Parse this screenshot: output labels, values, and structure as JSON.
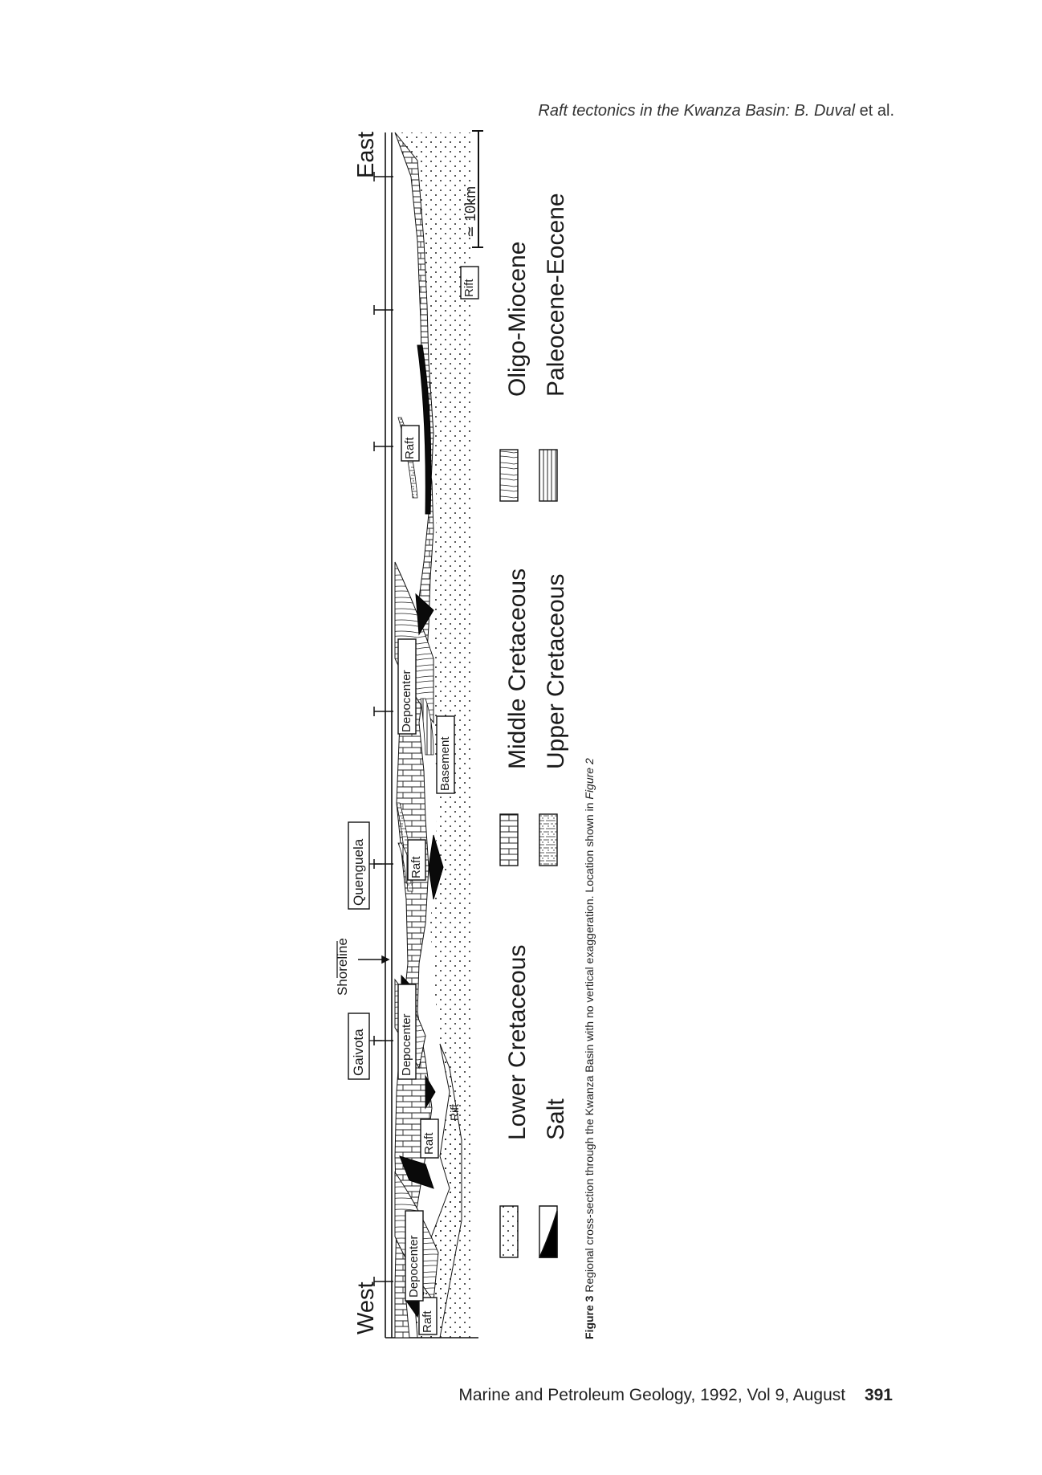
{
  "running_head": {
    "title": "Raft tectonics in the Kwanza Basin:",
    "authors": "B. Duval",
    "etal": "et al."
  },
  "figure": {
    "west_label": "West",
    "east_label": "East",
    "scale_label": "≃ 10km",
    "well_labels": {
      "gaivota": "Gaivota",
      "shoreline": "Shoreline",
      "quenguela": "Quenguela"
    },
    "section_labels": {
      "raft": "Raft",
      "depocenter": "Depocenter",
      "rift": "Rift",
      "basement": "Basement"
    },
    "legend": [
      {
        "label": "Lower Cretaceous",
        "pattern": "dotted"
      },
      {
        "label": "Salt",
        "pattern": "black"
      },
      {
        "label": "Middle Cretaceous",
        "pattern": "brick"
      },
      {
        "label": "Upper Cretaceous",
        "pattern": "dashed-bands"
      },
      {
        "label": "Oligo-Miocene",
        "pattern": "curved-lines"
      },
      {
        "label": "Paleocene-Eocene",
        "pattern": "hatched-bands"
      }
    ]
  },
  "caption": {
    "label": "Figure 3",
    "text": "Regional cross-section through the Kwanza Basin with no vertical exaggeration. Location shown in",
    "ref": "Figure 2"
  },
  "footer": {
    "journal": "Marine and Petroleum Geology, 1992, Vol 9, August",
    "page": "391"
  }
}
